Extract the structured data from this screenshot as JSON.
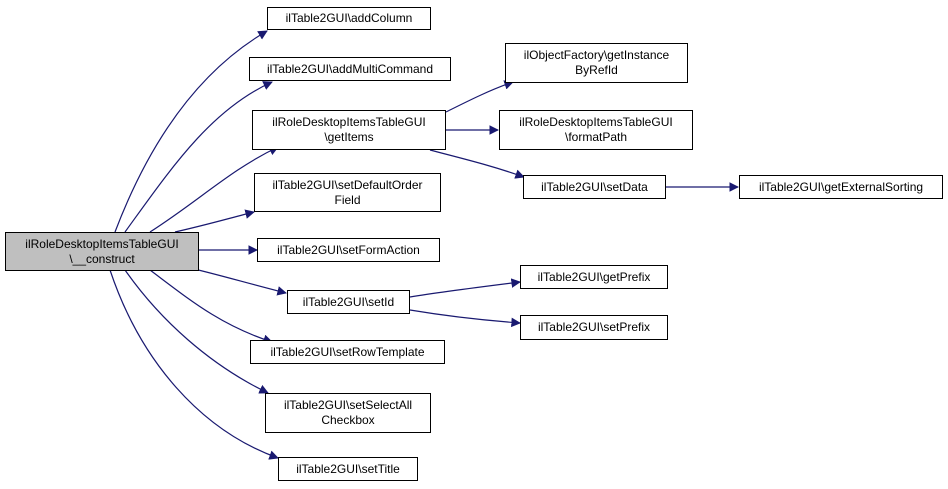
{
  "colors": {
    "edge": "#191970",
    "root_fill": "#bfbfbf",
    "node_fill": "#ffffff",
    "border": "#000000"
  },
  "nodes": {
    "root": [
      "ilRoleDesktopItemsTableGUI",
      "\\__construct"
    ],
    "addColumn": [
      "ilTable2GUI\\addColumn"
    ],
    "addMultiCommand": [
      "ilTable2GUI\\addMultiCommand"
    ],
    "getItems": [
      "ilRoleDesktopItemsTableGUI",
      "\\getItems"
    ],
    "setDefaultOrderField": [
      "ilTable2GUI\\setDefaultOrder",
      "Field"
    ],
    "setFormAction": [
      "ilTable2GUI\\setFormAction"
    ],
    "setId": [
      "ilTable2GUI\\setId"
    ],
    "setRowTemplate": [
      "ilTable2GUI\\setRowTemplate"
    ],
    "setSelectAllCheckbox": [
      "ilTable2GUI\\setSelectAll",
      "Checkbox"
    ],
    "setTitle": [
      "ilTable2GUI\\setTitle"
    ],
    "getInstanceByRefId": [
      "ilObjectFactory\\getInstance",
      "ByRefId"
    ],
    "formatPath": [
      "ilRoleDesktopItemsTableGUI",
      "\\formatPath"
    ],
    "setData": [
      "ilTable2GUI\\setData"
    ],
    "getExternalSorting": [
      "ilTable2GUI\\getExternalSorting"
    ],
    "getPrefix": [
      "ilTable2GUI\\getPrefix"
    ],
    "setPrefix": [
      "ilTable2GUI\\setPrefix"
    ]
  }
}
